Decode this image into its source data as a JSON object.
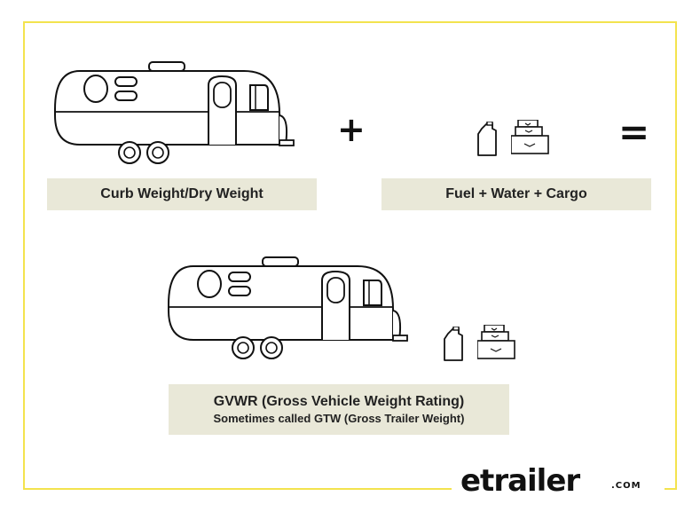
{
  "labels": {
    "curb": "Curb Weight/Dry Weight",
    "fuel": "Fuel + Water + Cargo",
    "gvwr_main": "GVWR (Gross Vehicle Weight Rating)",
    "gvwr_sub": "Sometimes called GTW (Gross Trailer Weight)"
  },
  "operators": {
    "plus": "+",
    "equals": "="
  },
  "logo": {
    "name": "etrailer",
    "suffix": ".COM"
  },
  "icons": {
    "trailer": "travel-trailer-icon",
    "jerrycan": "jerry-can-icon",
    "luggage": "luggage-stack-icon"
  },
  "colors": {
    "frame": "#f3e34e",
    "label_bg": "#e9e8d8",
    "ink": "#111111"
  }
}
